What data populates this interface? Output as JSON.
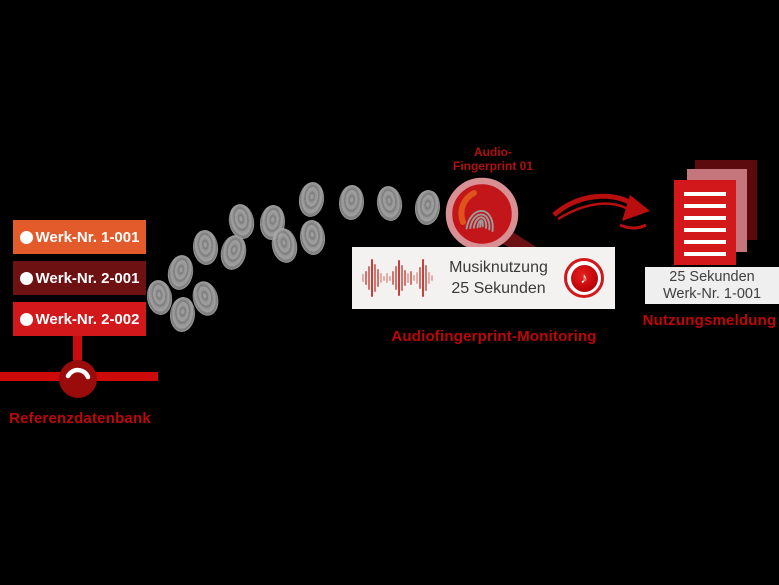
{
  "reference": {
    "caption": "Referenzdatenbank",
    "works": [
      {
        "label": "Werk-Nr. 1-001",
        "color": "#E45B2B"
      },
      {
        "label": "Werk-Nr. 2-001",
        "color": "#6E1113"
      },
      {
        "label": "Werk-Nr. 2-002",
        "color": "#D2181A"
      }
    ]
  },
  "fingerprint": {
    "label_line1": "Audio-",
    "label_line2": "Fingerprint 01"
  },
  "monitoring": {
    "caption": "Audiofingerprint-Monitoring",
    "usage_line1": "Musiknutzung",
    "usage_line2": "25 Sekunden",
    "note_icon": "♪",
    "waveform_heights": [
      8,
      14,
      24,
      38,
      28,
      18,
      10,
      5,
      10,
      5,
      14,
      24,
      36,
      26,
      16,
      10,
      14,
      6,
      12,
      22,
      38,
      26,
      12,
      6
    ]
  },
  "report": {
    "caption": "Nutzungsmeldung",
    "line1": "25 Sekunden",
    "line2": "Werk-Nr. 1-001"
  },
  "colors": {
    "background": "#000000",
    "accent_red": "#C00506",
    "bright_red": "#D2181A",
    "dark_red": "#6E1113",
    "orange": "#E45B2B",
    "gray_fingerprint": "#9A9A9A"
  }
}
